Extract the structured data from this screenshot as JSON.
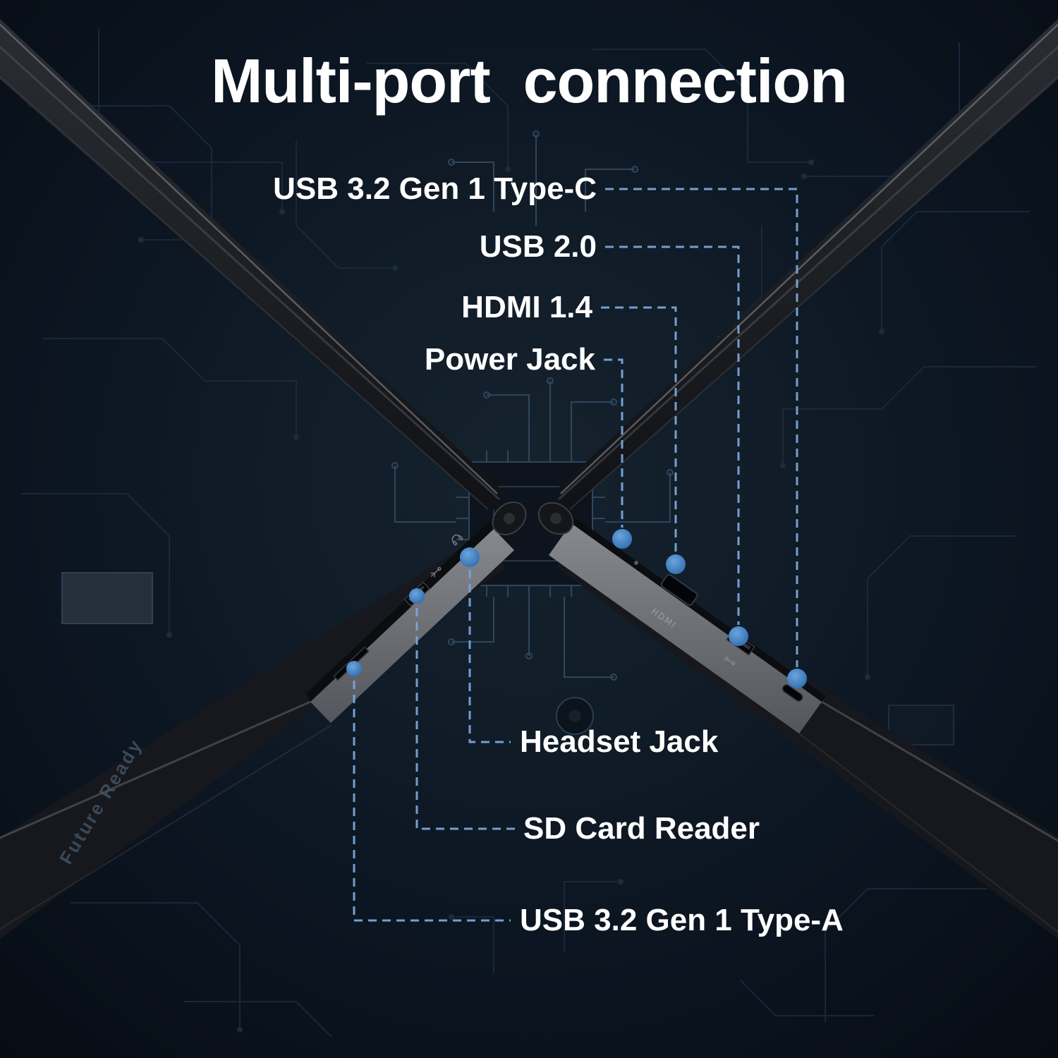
{
  "title": "Multi-port  connection",
  "labels": {
    "usb_type_c": "USB 3.2 Gen 1 Type-C",
    "usb_20": "USB 2.0",
    "hdmi": "HDMI 1.4",
    "power_jack": "Power Jack",
    "headset_jack": "Headset Jack",
    "sd_card_reader": "SD Card Reader",
    "usb_type_a": "USB 3.2 Gen 1 Type-A"
  },
  "port_markings": {
    "hdmi": "HDMI"
  },
  "watermark": "Future Ready",
  "colors": {
    "background": "#0b141f",
    "connector_line": "#7aa6d9",
    "port_dot": "#3d7cc0",
    "label_text": "#ffffff"
  }
}
